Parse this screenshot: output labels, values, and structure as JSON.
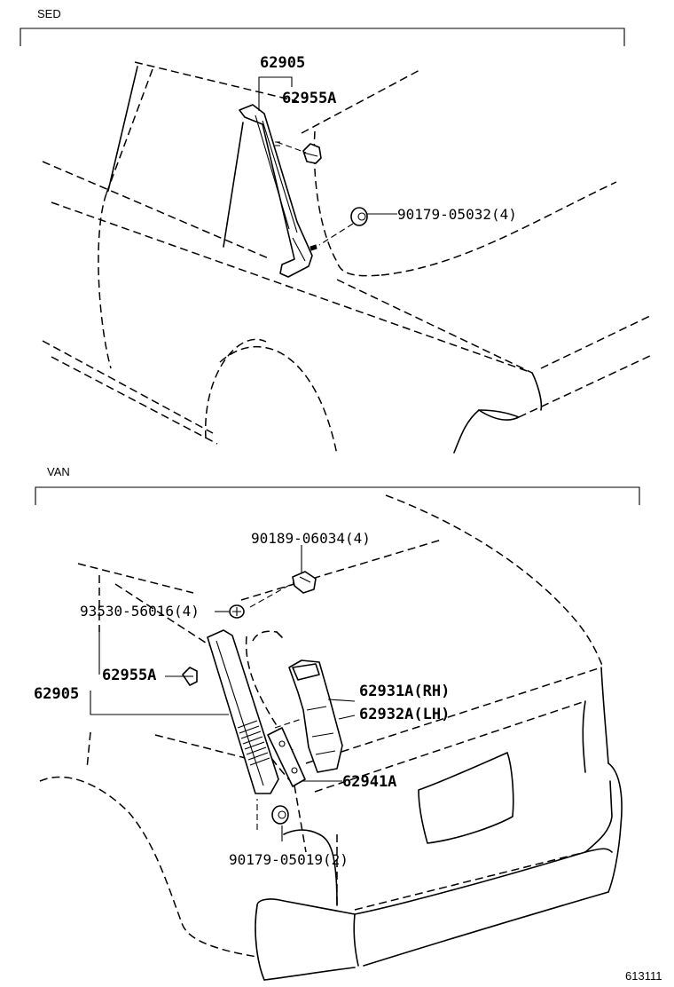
{
  "sections": {
    "sed": {
      "label": "SED"
    },
    "van": {
      "label": "VAN"
    }
  },
  "parts": {
    "sed_molding": "62905",
    "sed_clip": "62955A",
    "sed_nut": "90179-05032(4)",
    "van_clip_upper": "90189-06034(4)",
    "van_screw": "93530-56016(4)",
    "van_molding": "62905",
    "van_clip": "62955A",
    "van_bracket_rh": "62931A(RH)",
    "van_bracket_lh": "62932A(LH)",
    "van_plate": "62941A",
    "van_nut": "90179-05019(2)"
  },
  "footer": {
    "ref_number": "613111"
  }
}
